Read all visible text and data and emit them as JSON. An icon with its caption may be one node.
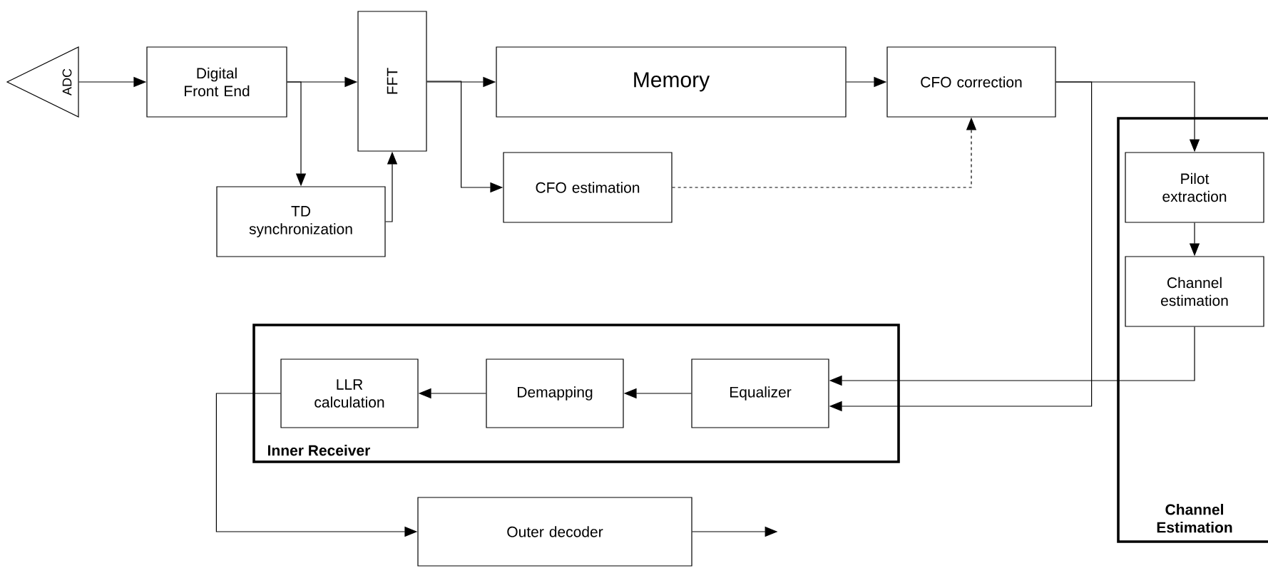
{
  "diagram": {
    "nodes": [
      {
        "text": [
          "ADC"
        ]
      },
      {
        "text": [
          "Digital Front End"
        ]
      },
      {
        "text": [
          "FFT"
        ]
      },
      {
        "text": [
          "TD synchronization"
        ]
      },
      {
        "text": [
          "Memory"
        ]
      },
      {
        "text": [
          "CFO estimation"
        ]
      },
      {
        "text": [
          "CFO correction"
        ]
      },
      {
        "text": [
          "Channel Estimation"
        ]
      },
      {
        "text": [
          "Pilot extraction"
        ],
        "in": 7
      },
      {
        "text": [
          "Channel estimation"
        ],
        "in": 7
      },
      {
        "text": [
          "Inner Receiver"
        ]
      },
      {
        "text": [
          "LLR calculation"
        ],
        "in": 10
      },
      {
        "text": [
          "Demapping"
        ],
        "in": 10
      },
      {
        "text": [
          "Equalizer"
        ],
        "in": 10
      },
      {
        "text": [
          "Outer decoder"
        ]
      }
    ],
    "edges": [
      {
        "from": 0,
        "to": 1,
        "arrow": "to"
      },
      {
        "from": 1,
        "to": 2,
        "arrow": "to"
      },
      {
        "from": 1,
        "to": 3,
        "arrow": "to"
      },
      {
        "from": 3,
        "to": 2,
        "arrow": "to"
      },
      {
        "from": 2,
        "to": 4,
        "arrow": "to"
      },
      {
        "from": 2,
        "to": 5,
        "arrow": "to"
      },
      {
        "from": 4,
        "to": 6,
        "arrow": "to"
      },
      {
        "from": 5,
        "to": 6,
        "arrow": "to",
        "style": "dashed"
      },
      {
        "from": 6,
        "to": 8,
        "arrow": "to"
      },
      {
        "from": 6,
        "to": 13,
        "arrow": "to"
      },
      {
        "from": 8,
        "to": 9,
        "arrow": "to"
      },
      {
        "from": 9,
        "to": 13,
        "arrow": "to"
      },
      {
        "from": 13,
        "to": 12,
        "arrow": "to"
      },
      {
        "from": 12,
        "to": 11,
        "arrow": "to"
      },
      {
        "from": 11,
        "to": 14,
        "arrow": "to"
      },
      {
        "from": 14,
        "to": null,
        "arrow": "to"
      }
    ]
  }
}
